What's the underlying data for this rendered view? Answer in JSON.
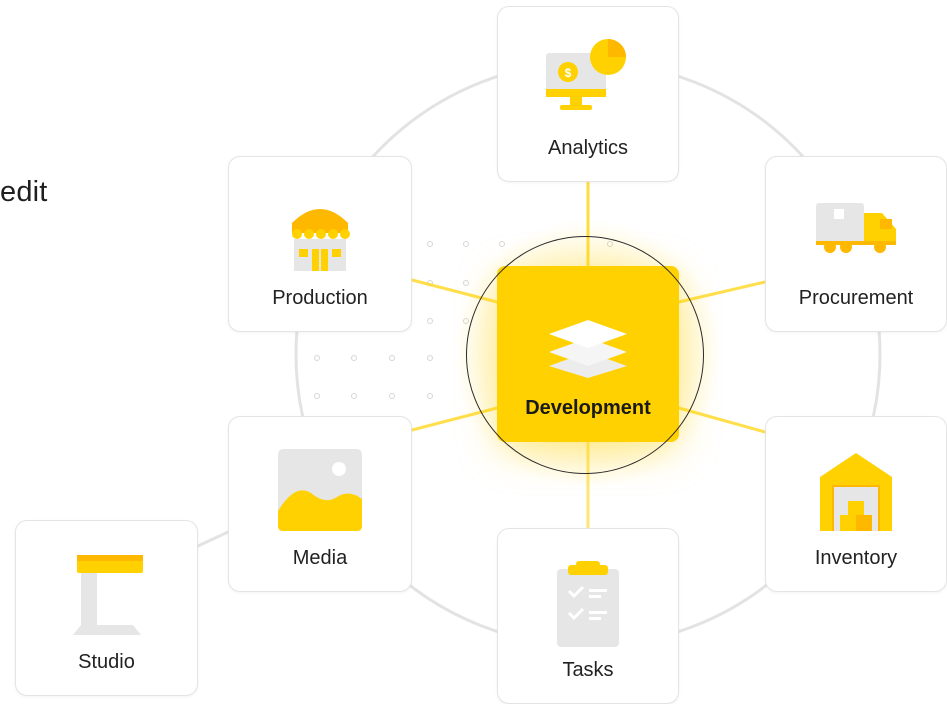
{
  "side_text": "edit",
  "hub": {
    "label": "Development",
    "icon": "layers-icon"
  },
  "nodes": {
    "analytics": {
      "label": "Analytics",
      "icon": "monitor-dollar-chart-icon"
    },
    "procurement": {
      "label": "Procurement",
      "icon": "delivery-truck-icon"
    },
    "inventory": {
      "label": "Inventory",
      "icon": "warehouse-icon"
    },
    "tasks": {
      "label": "Tasks",
      "icon": "clipboard-checklist-icon"
    },
    "media": {
      "label": "Media",
      "icon": "image-icon"
    },
    "production": {
      "label": "Production",
      "icon": "storefront-icon"
    },
    "studio": {
      "label": "Studio",
      "icon": "studio-stand-icon"
    }
  },
  "colors": {
    "accent": "#ffd100",
    "accent_dark": "#ffb800",
    "icon_gray": "#e6e6e6",
    "card_border": "#e4e4e4",
    "ring": "#e3e3e3"
  }
}
